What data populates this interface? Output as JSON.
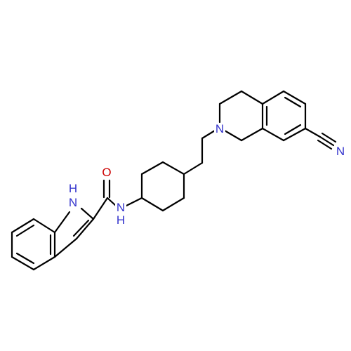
{
  "colors": {
    "bond": "#000000",
    "nitrogen": "#3333cc",
    "oxygen": "#cc0000",
    "background": "#ffffff"
  },
  "labels": {
    "indole_nh": "N",
    "indole_h": "H",
    "carbonyl_o": "O",
    "amide_n": "N",
    "amide_h": "H",
    "ring_n": "N",
    "nitrile_n": "N"
  }
}
